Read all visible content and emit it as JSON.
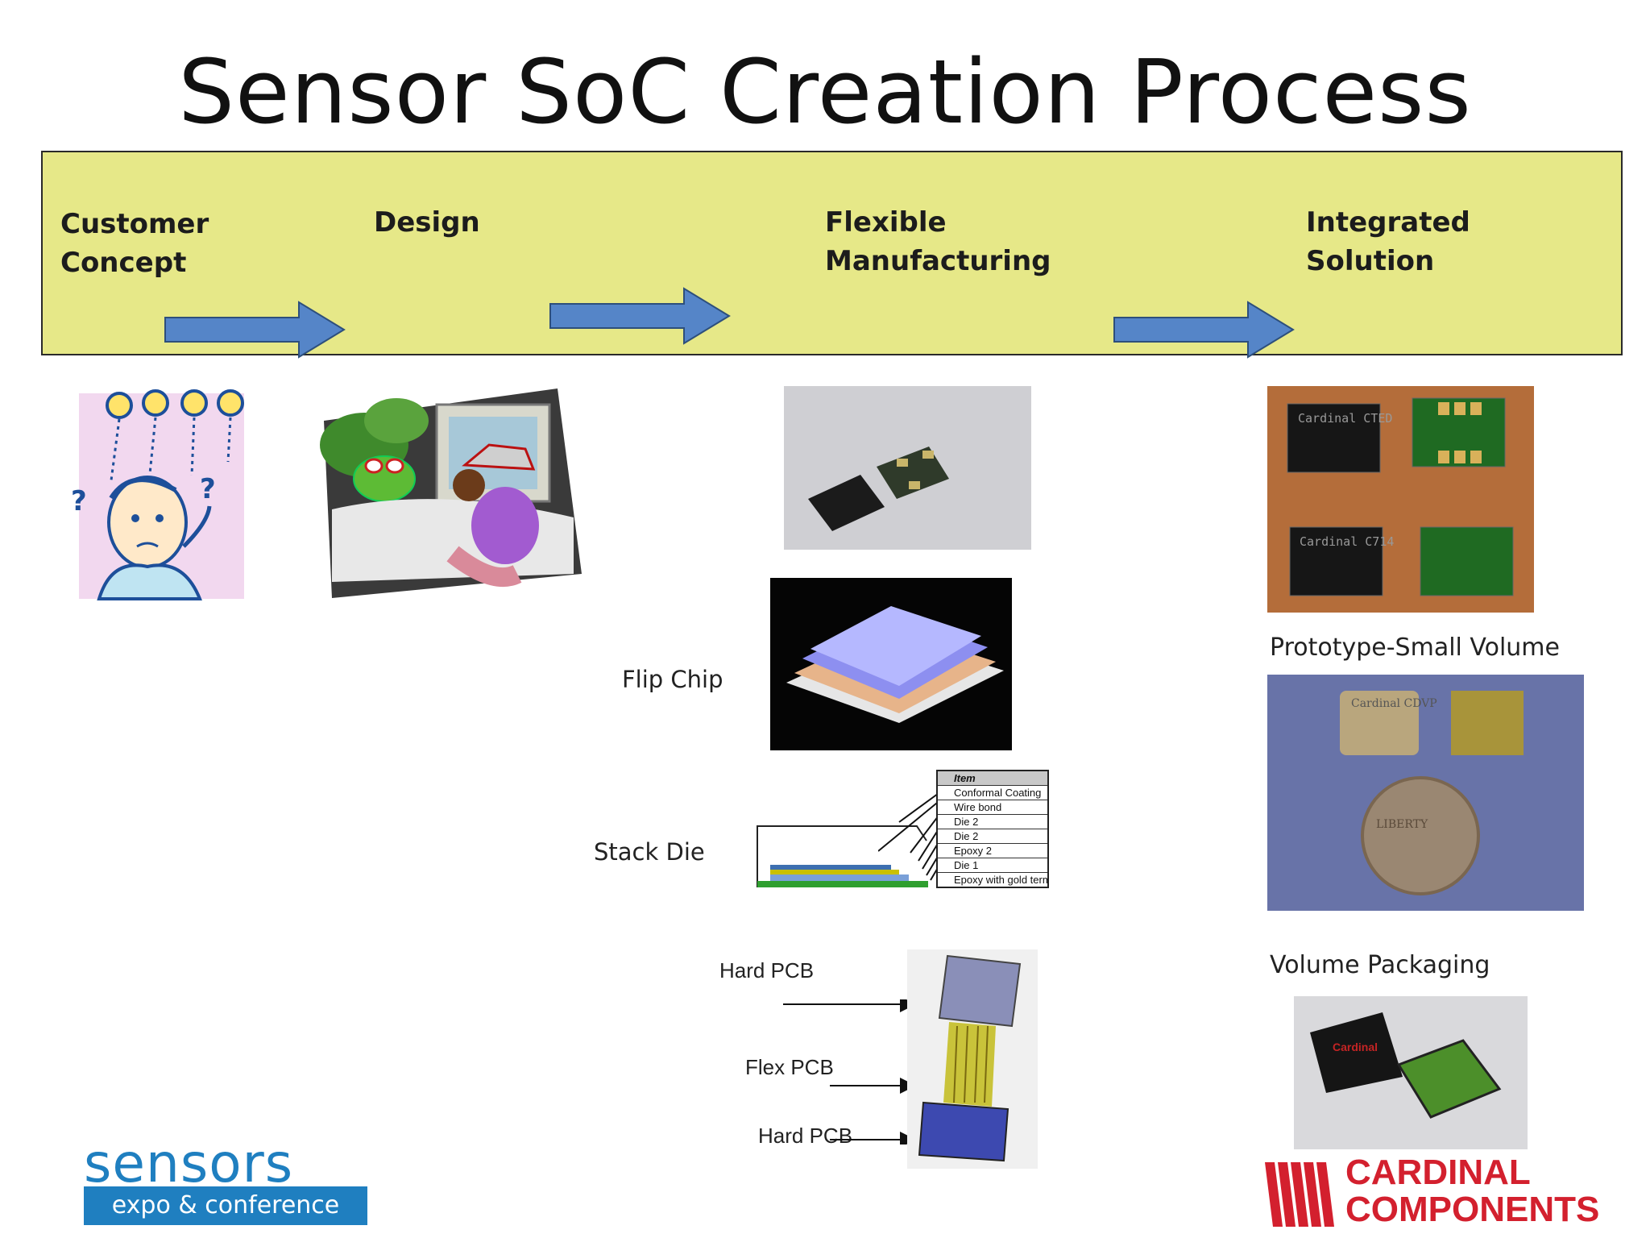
{
  "title": "Sensor SoC Creation Process",
  "stages": [
    {
      "lines": [
        "Customer",
        "Concept"
      ]
    },
    {
      "lines": [
        "Design"
      ]
    },
    {
      "lines": [
        "Flexible",
        "Manufacturing"
      ]
    },
    {
      "lines": [
        "Integrated",
        "Solution"
      ]
    }
  ],
  "colors": {
    "banner": "#e6e888",
    "arrow": "#5585c8",
    "arrow_stroke": "#2d4f7c",
    "sensors_blue": "#1f7fc0",
    "cardinal_red": "#d3202e"
  },
  "manufacturing": {
    "flip_chip_label": "Flip Chip",
    "stack_die_label": "Stack Die",
    "stack_table": {
      "header": "Item",
      "rows": [
        "Conformal Coating",
        "Wire bond",
        "Die 2",
        "Die 2",
        "Epoxy 2",
        "Die 1",
        "Epoxy with gold termination"
      ]
    },
    "pcb_labels": [
      "Hard PCB",
      "Flex PCB",
      "Hard PCB"
    ]
  },
  "solution": {
    "prototype_caption": "Prototype-Small Volume",
    "volume_caption": "Volume Packaging",
    "chip_texts": [
      "Cardinal CTED",
      "Cardinal C714",
      "Cardinal CDVP",
      "Cardinal",
      "LIBERTY"
    ]
  },
  "logos": {
    "sensors_word": "sensors",
    "sensors_sub": "expo & conference",
    "cardinal_line1": "CARDINAL",
    "cardinal_line2": "COMPONENTS"
  }
}
